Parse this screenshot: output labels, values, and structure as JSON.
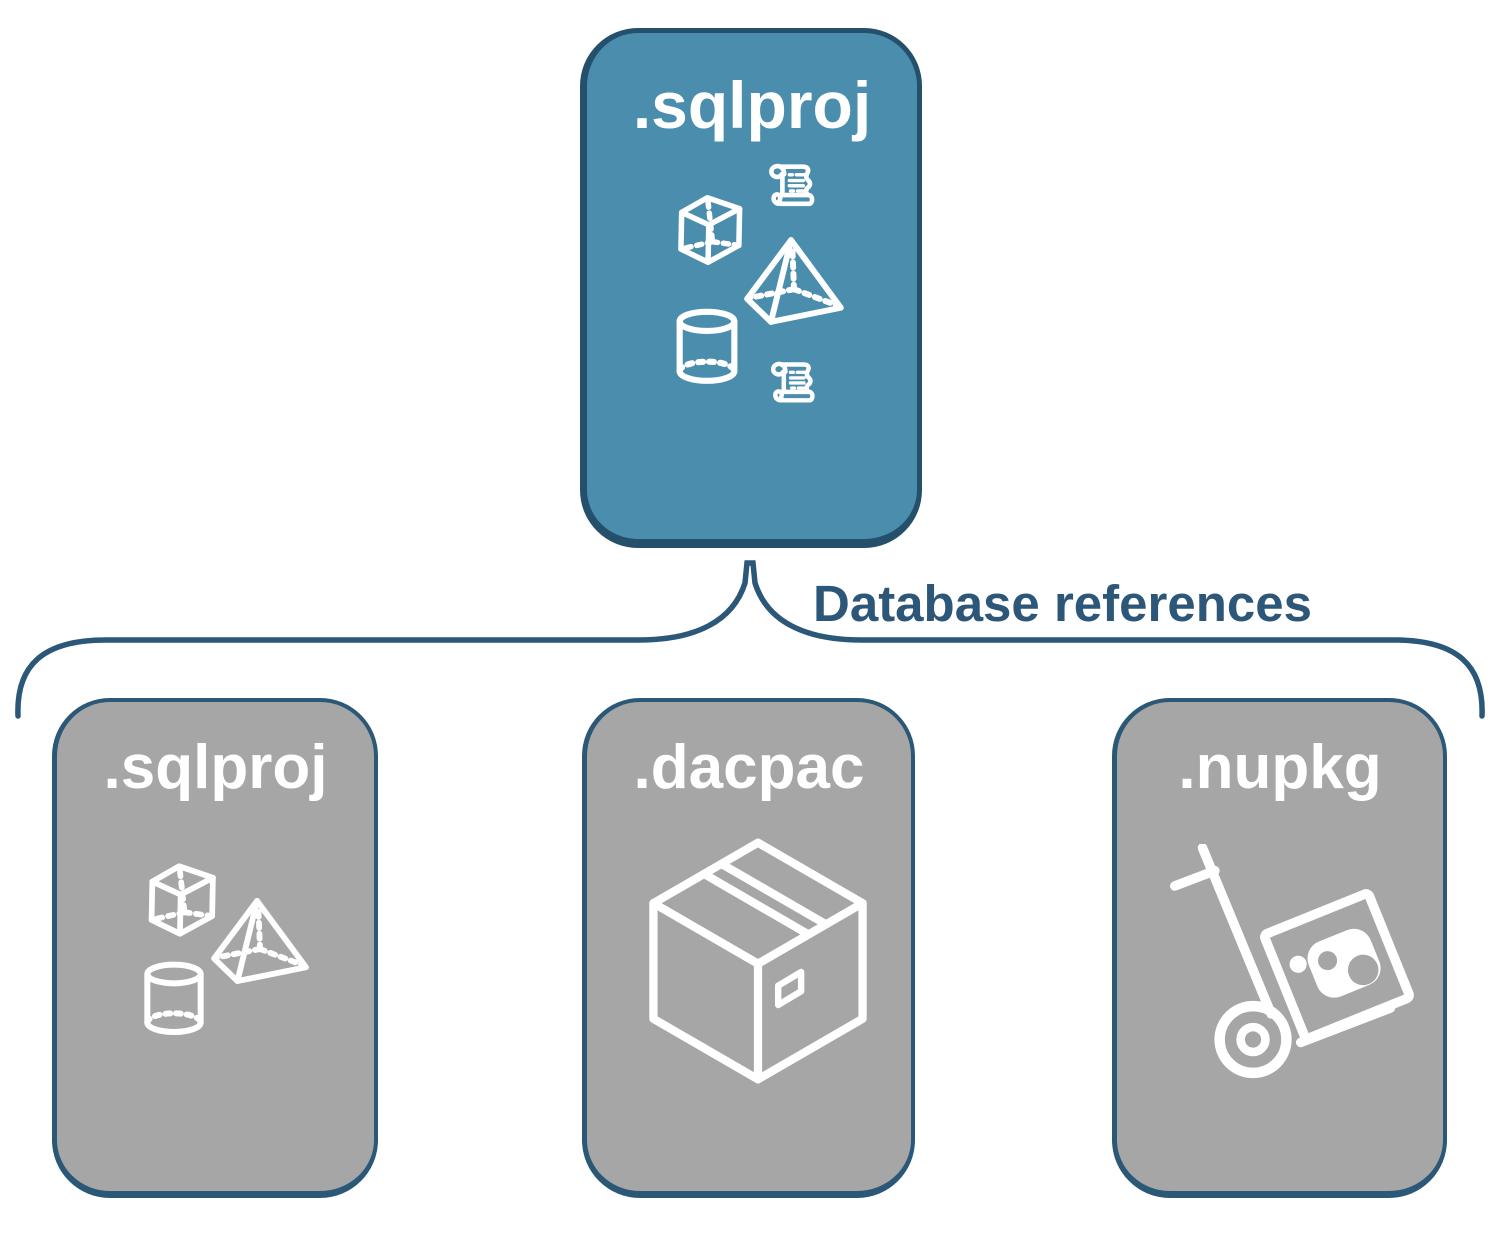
{
  "diagram": {
    "root": {
      "label": ".sqlproj",
      "icons": [
        "cube-icon",
        "scroll-icon",
        "pyramid-icon",
        "cylinder-icon",
        "scroll-icon"
      ]
    },
    "edge": {
      "label": "Database references"
    },
    "children": [
      {
        "id": "sqlproj",
        "label": ".sqlproj",
        "icons": [
          "cube-icon",
          "pyramid-icon",
          "cylinder-icon"
        ]
      },
      {
        "id": "dacpac",
        "label": ".dacpac",
        "icons": [
          "package-box-icon"
        ]
      },
      {
        "id": "nupkg",
        "label": ".nupkg",
        "icons": [
          "hand-truck-nuget-icon"
        ]
      }
    ],
    "colors": {
      "background": "#ffffff",
      "root_fill": "#4a8dac",
      "root_border": "#24506c",
      "child_fill": "#a6a6a6",
      "child_border": "#2c5878",
      "connector": "#2b5778",
      "edge_label_text": "#2d5778",
      "icon": "#ffffff"
    }
  }
}
